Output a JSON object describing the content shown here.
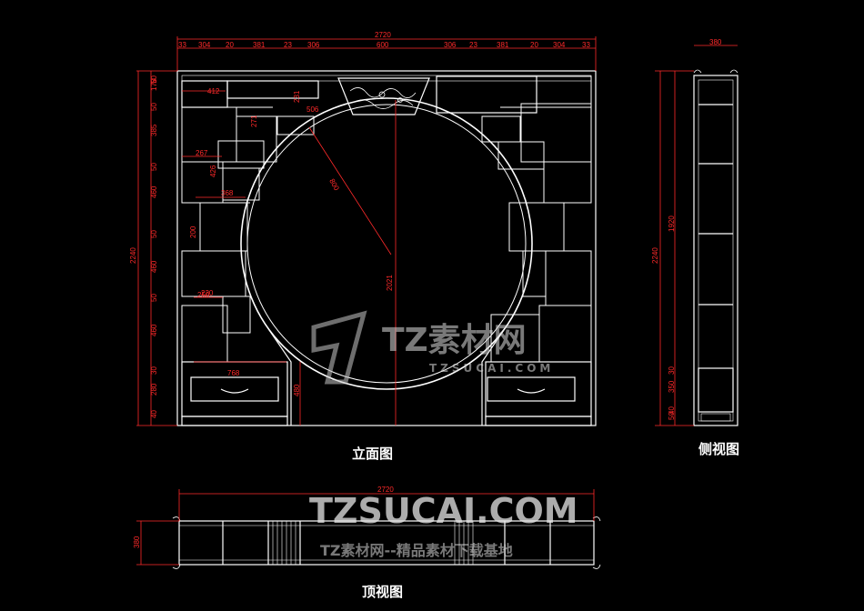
{
  "views": {
    "elevation_label": "立面图",
    "side_label": "侧视图",
    "top_label": "顶视图"
  },
  "dimensions": {
    "overall_width": "2720",
    "top_segments": [
      "33",
      "304",
      "20",
      "381",
      "23",
      "306",
      "600",
      "306",
      "23",
      "381",
      "20",
      "304",
      "33"
    ],
    "overall_height": "2240",
    "left_segments": [
      "50",
      "178",
      "50",
      "385",
      "50",
      "460",
      "50",
      "460",
      "50",
      "460",
      "30",
      "280",
      "40"
    ],
    "side_depth": "380",
    "side_height": "2240",
    "side_inner_height": "1920",
    "side_parts": [
      "30",
      "350",
      "40",
      "50"
    ],
    "top_view_width": "2720",
    "top_view_depth": "380",
    "arch_radius": "800",
    "arch_height": "2021",
    "opening_top": "506",
    "shelf_412": "412",
    "shelf_267": "267",
    "shelf_368": "368",
    "shelf_220": "220",
    "shelf_250": "250",
    "v_426": "426",
    "v_271": "271",
    "v_200": "200",
    "v_231": "231",
    "drawer_width": "768",
    "drawer_height": "480"
  },
  "watermark": {
    "brand": "TZ素材网",
    "domain": "TZSUCAI.COM",
    "center_big": "TZSUCAI.COM",
    "tagline": "TZ素材网--精品素材下载基地"
  },
  "colors": {
    "background": "#000000",
    "lines": "#ffffff",
    "dimension": "#ff2a2a",
    "watermark": "#cfcfcf"
  }
}
